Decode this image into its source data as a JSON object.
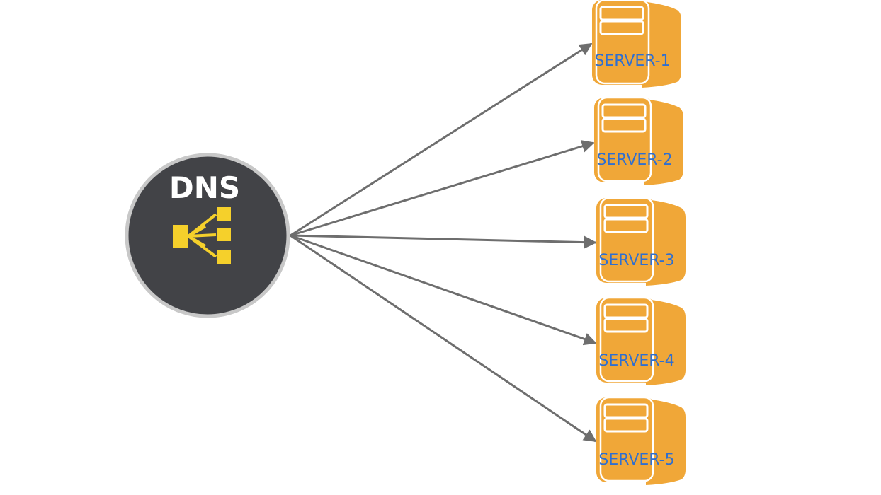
{
  "dns": {
    "label": "DNS",
    "icon": "load-balancer-icon"
  },
  "servers": [
    {
      "label": "SERVER-1",
      "icon": "server-icon"
    },
    {
      "label": "SERVER-2",
      "icon": "server-icon"
    },
    {
      "label": "SERVER-3",
      "icon": "server-icon"
    },
    {
      "label": "SERVER-4",
      "icon": "server-icon"
    },
    {
      "label": "SERVER-5",
      "icon": "server-icon"
    }
  ],
  "colors": {
    "dns_circle": "#424347",
    "dns_ring": "#c8c8c8",
    "dns_icon": "#f5d02b",
    "server_body": "#f0a738",
    "server_text": "#2f6fd0",
    "arrow": "#6e6e6e"
  }
}
